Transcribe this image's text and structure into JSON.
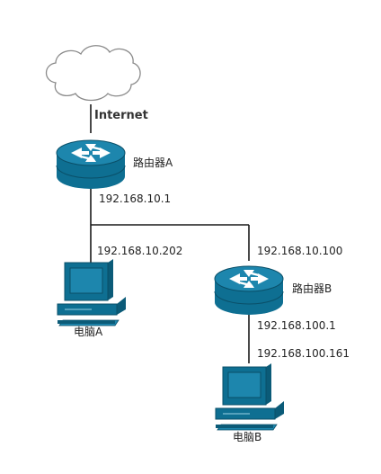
{
  "cloud": {
    "label": "Internet"
  },
  "router_a": {
    "label": "路由器A",
    "ip": "192.168.10.1"
  },
  "router_b": {
    "label": "路由器B",
    "ip_upper": "192.168.10.100",
    "ip_lower": "192.168.100.1"
  },
  "pc_a": {
    "label": "电脑A",
    "ip": "192.168.10.202"
  },
  "pc_b": {
    "label": "电脑B",
    "ip": "192.168.100.161"
  },
  "colors": {
    "router_body": "#0e6f92",
    "router_top": "#1d86ad",
    "device_dark": "#0b5b78",
    "pc_screen": "#0e6f92",
    "line": "#1a1a1a",
    "cloud_stroke": "#8a8a8a"
  }
}
